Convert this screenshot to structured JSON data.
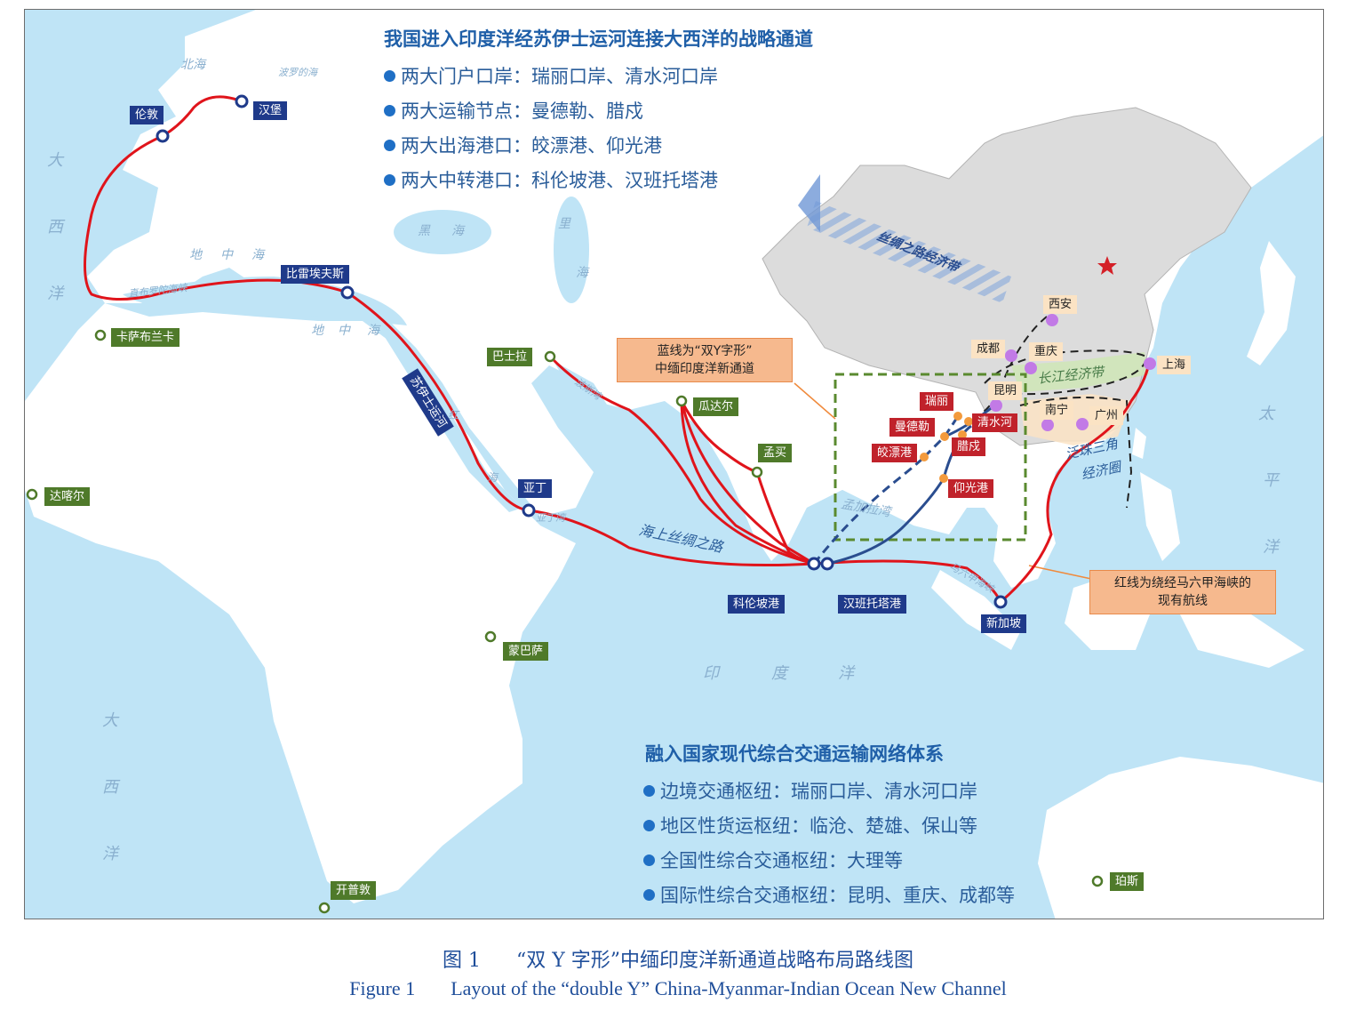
{
  "colors": {
    "sea": "#bfe4f6",
    "land": "#ffffff",
    "china": "#e2e2e2",
    "route_red": "#e0141b",
    "route_blue": "#2a4d8f",
    "label_navy": "#1f3a8a",
    "label_green": "#4f7a2a",
    "label_red": "#c0222b",
    "node_orange": "#f39a3c",
    "node_purple": "#c27ae6",
    "heading_blue": "#1f5fa8",
    "callout_fill": "#f6b98e"
  },
  "top_panel": {
    "title": "我国进入印度洋经苏伊士运河连接大西洋的战略通道",
    "items": [
      "两大门户口岸：瑞丽口岸、清水河口岸",
      "两大运输节点：曼德勒、腊戍",
      "两大出海港口：皎漂港、仰光港",
      "两大中转港口：科伦坡港、汉班托塔港"
    ]
  },
  "bottom_panel": {
    "title": "融入国家现代综合交通运输网络体系",
    "items": [
      "边境交通枢纽：瑞丽口岸、清水河口岸",
      "地区性货运枢纽：临沧、楚雄、保山等",
      "全国性综合交通枢纽：大理等",
      "国际性综合交通枢纽：昆明、重庆、成都等"
    ]
  },
  "callouts": {
    "blue_line": [
      "蓝线为“双Y字形”",
      "中缅印度洋新通道"
    ],
    "red_line": [
      "红线为绕经马六甲海峡的",
      "现有航线"
    ]
  },
  "ports_navy": {
    "london": "伦敦",
    "hamburg": "汉堡",
    "piraeus": "比雷埃夫斯",
    "aden": "亚丁",
    "colombo": "科伦坡港",
    "hambantota": "汉班托塔港",
    "singapore": "新加坡",
    "suez": "苏伊士运河"
  },
  "ports_green": {
    "casablanca": "卡萨布兰卡",
    "dakar": "达喀尔",
    "basra": "巴士拉",
    "gwadar": "瓜达尔",
    "mumbai": "孟买",
    "mombasa": "蒙巴萨",
    "capetown": "开普敦",
    "perth": "珀斯"
  },
  "myanmar_nodes": {
    "ruili": "瑞丽",
    "mandalay": "曼德勒",
    "kyaukpyu": "皎漂港",
    "qingshuihe": "清水河",
    "lashio": "腊戍",
    "yangon": "仰光港"
  },
  "china_cities": {
    "xian": "西安",
    "chengdu": "成都",
    "chongqing": "重庆",
    "kunming": "昆明",
    "shanghai": "上海",
    "nanning": "南宁",
    "guangzhou": "广州"
  },
  "region_labels": {
    "maritime_silk_road": "海上丝绸之路",
    "yangtze_belt": "长江经济带",
    "pearl_delta_1": "泛珠三角",
    "pearl_delta_2": "经济圈",
    "silk_road_belt": "丝绸之路经济带"
  },
  "sea_labels": {
    "north_sea": "北海",
    "baltic": "波罗的海",
    "atlantic_n": [
      "大",
      "西",
      "洋"
    ],
    "atlantic_s": [
      "大",
      "西",
      "洋"
    ],
    "pacific": [
      "太",
      "平",
      "洋"
    ],
    "mediterranean_1": [
      "地",
      "中",
      "海"
    ],
    "mediterranean_2": [
      "地",
      "中",
      "海"
    ],
    "black_sea": [
      "黑",
      "海"
    ],
    "caspian": [
      "里",
      "海"
    ],
    "red_sea": [
      "红",
      "海"
    ],
    "indian_ocean": [
      "印",
      "度",
      "洋"
    ],
    "bay_of_bengal": "孟加拉湾",
    "strait_gibraltar": "直布罗陀海峡",
    "arabian_gulf": "波斯湾",
    "gulf_aden": "亚丁湾",
    "malacca": "马六甲海峡"
  },
  "caption": {
    "cn_num": "图 1",
    "cn_text": "“双 Y 字形”中缅印度洋新通道战略布局路线图",
    "en_num": "Figure 1",
    "en_text": "Layout of the “double Y” China-Myanmar-Indian Ocean New Channel"
  }
}
